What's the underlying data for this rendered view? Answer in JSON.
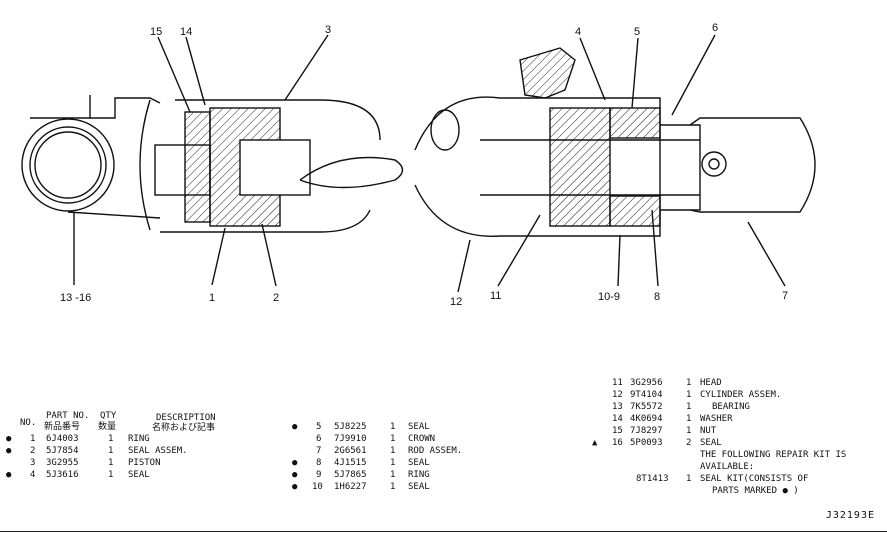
{
  "callouts": [
    {
      "id": "15",
      "text": "15"
    },
    {
      "id": "14",
      "text": "14"
    },
    {
      "id": "3",
      "text": "3"
    },
    {
      "id": "4",
      "text": "4"
    },
    {
      "id": "5",
      "text": "5"
    },
    {
      "id": "6",
      "text": "6"
    },
    {
      "id": "13-16",
      "text": "13 -16"
    },
    {
      "id": "1",
      "text": "1"
    },
    {
      "id": "2",
      "text": "2"
    },
    {
      "id": "12",
      "text": "12"
    },
    {
      "id": "11",
      "text": "11"
    },
    {
      "id": "10-9",
      "text": "10-9"
    },
    {
      "id": "8",
      "text": "8"
    },
    {
      "id": "7",
      "text": "7"
    }
  ],
  "table_left": {
    "headers": {
      "no": "NO.",
      "part": "PART NO.",
      "part_jp": "新品番号",
      "qty": "QTY",
      "qty_jp": "数量",
      "desc": "DESCRIPTION",
      "desc_jp": "名称および記事"
    },
    "rows": [
      {
        "bullet": "●",
        "no": "1",
        "part": "6J4003",
        "qty": "1",
        "desc": "RING"
      },
      {
        "bullet": "●",
        "no": "2",
        "part": "5J7854",
        "qty": "1",
        "desc": "SEAL ASSEM."
      },
      {
        "bullet": "",
        "no": "3",
        "part": "3G2955",
        "qty": "1",
        "desc": "PISTON"
      },
      {
        "bullet": "●",
        "no": "4",
        "part": "5J3616",
        "qty": "1",
        "desc": "SEAL"
      }
    ]
  },
  "table_mid": {
    "rows": [
      {
        "bullet": "●",
        "no": "5",
        "part": "5J8225",
        "qty": "1",
        "desc": "SEAL"
      },
      {
        "bullet": "",
        "no": "6",
        "part": "7J9910",
        "qty": "1",
        "desc": "CROWN"
      },
      {
        "bullet": "",
        "no": "7",
        "part": "2G6561",
        "qty": "1",
        "desc": "ROD ASSEM."
      },
      {
        "bullet": "●",
        "no": "8",
        "part": "4J1515",
        "qty": "1",
        "desc": "SEAL"
      },
      {
        "bullet": "●",
        "no": "9",
        "part": "5J7865",
        "qty": "1",
        "desc": "RING"
      },
      {
        "bullet": "●",
        "no": "10",
        "part": "1H6227",
        "qty": "1",
        "desc": "SEAL"
      }
    ]
  },
  "table_right": {
    "rows": [
      {
        "bullet": "",
        "no": "11",
        "part": "3G2956",
        "qty": "1",
        "desc": "HEAD"
      },
      {
        "bullet": "",
        "no": "12",
        "part": "9T4104",
        "qty": "1",
        "desc": "CYLINDER ASSEM."
      },
      {
        "bullet": "",
        "no": "13",
        "part": "7K5572",
        "qty": "1",
        "desc": "BEARING"
      },
      {
        "bullet": "",
        "no": "14",
        "part": "4K0694",
        "qty": "1",
        "desc": "WASHER"
      },
      {
        "bullet": "",
        "no": "15",
        "part": "7J8297",
        "qty": "1",
        "desc": "NUT"
      },
      {
        "bullet": "▲",
        "no": "16",
        "part": "5P0093",
        "qty": "2",
        "desc": "SEAL"
      }
    ],
    "note_lines": [
      "THE FOLLOWING REPAIR KIT IS",
      "AVAILABLE:"
    ],
    "kit": {
      "part": "8T1413",
      "qty": "1",
      "desc": "SEAL KIT(CONSISTS OF",
      "desc2": "PARTS MARKED ● )"
    }
  },
  "drawing_code": "J32193E"
}
